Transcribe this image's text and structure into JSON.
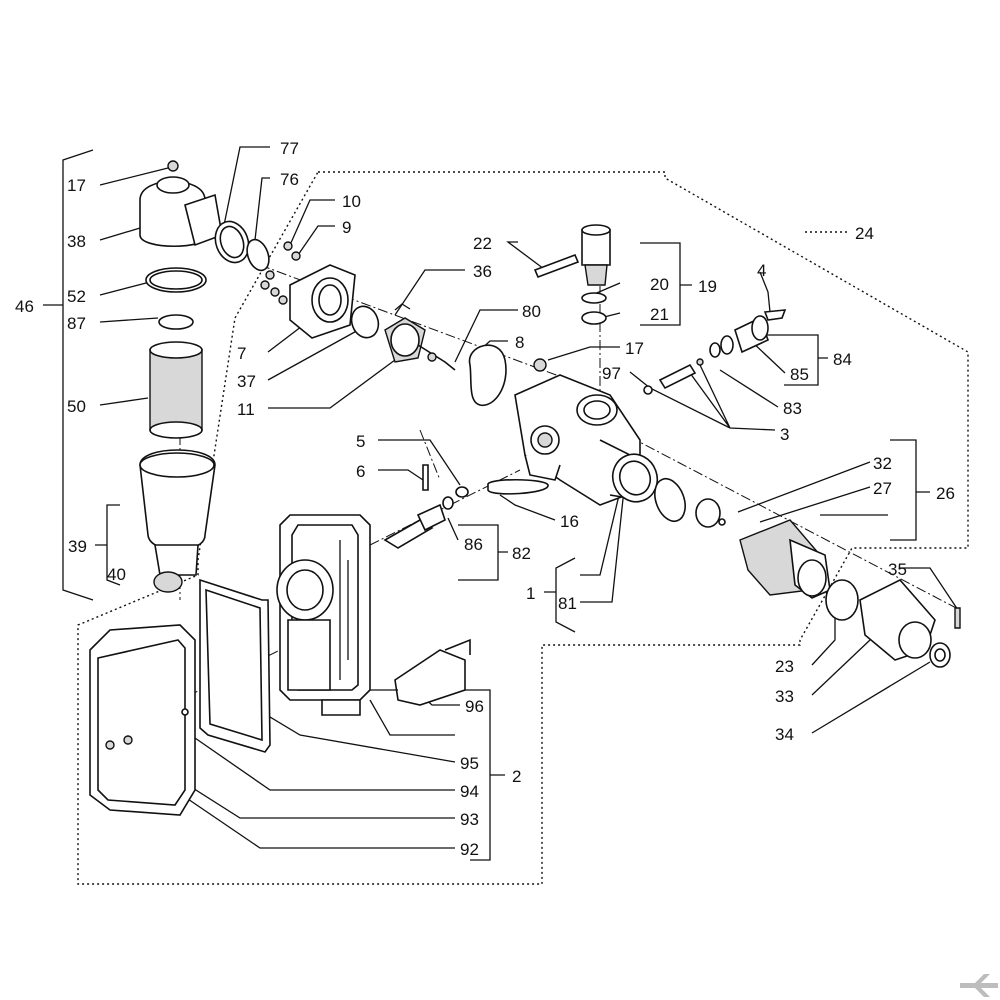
{
  "labels": [
    {
      "id": "17a",
      "text": "17"
    },
    {
      "id": "38",
      "text": "38"
    },
    {
      "id": "52",
      "text": "52"
    },
    {
      "id": "87",
      "text": "87"
    },
    {
      "id": "50",
      "text": "50"
    },
    {
      "id": "46",
      "text": "46"
    },
    {
      "id": "39",
      "text": "39"
    },
    {
      "id": "40",
      "text": "40"
    },
    {
      "id": "77",
      "text": "77"
    },
    {
      "id": "76",
      "text": "76"
    },
    {
      "id": "10",
      "text": "10"
    },
    {
      "id": "9",
      "text": "9"
    },
    {
      "id": "7",
      "text": "7"
    },
    {
      "id": "37",
      "text": "37"
    },
    {
      "id": "11",
      "text": "11"
    },
    {
      "id": "36",
      "text": "36"
    },
    {
      "id": "22",
      "text": "22"
    },
    {
      "id": "20",
      "text": "20"
    },
    {
      "id": "19",
      "text": "19"
    },
    {
      "id": "21",
      "text": "21"
    },
    {
      "id": "80",
      "text": "80"
    },
    {
      "id": "8",
      "text": "8"
    },
    {
      "id": "17b",
      "text": "17"
    },
    {
      "id": "4",
      "text": "4"
    },
    {
      "id": "85",
      "text": "85"
    },
    {
      "id": "84",
      "text": "84"
    },
    {
      "id": "97",
      "text": "97"
    },
    {
      "id": "83",
      "text": "83"
    },
    {
      "id": "3",
      "text": "3"
    },
    {
      "id": "24",
      "text": "24"
    },
    {
      "id": "5",
      "text": "5"
    },
    {
      "id": "6",
      "text": "6"
    },
    {
      "id": "16",
      "text": "16"
    },
    {
      "id": "86",
      "text": "86"
    },
    {
      "id": "82",
      "text": "82"
    },
    {
      "id": "1",
      "text": "1"
    },
    {
      "id": "81",
      "text": "81"
    },
    {
      "id": "32",
      "text": "32"
    },
    {
      "id": "27",
      "text": "27"
    },
    {
      "id": "26",
      "text": "26"
    },
    {
      "id": "35",
      "text": "35"
    },
    {
      "id": "23",
      "text": "23"
    },
    {
      "id": "33",
      "text": "33"
    },
    {
      "id": "34",
      "text": "34"
    },
    {
      "id": "96",
      "text": "96"
    },
    {
      "id": "95",
      "text": "95"
    },
    {
      "id": "2",
      "text": "2"
    },
    {
      "id": "94",
      "text": "94"
    },
    {
      "id": "93",
      "text": "93"
    },
    {
      "id": "92",
      "text": "92"
    }
  ]
}
